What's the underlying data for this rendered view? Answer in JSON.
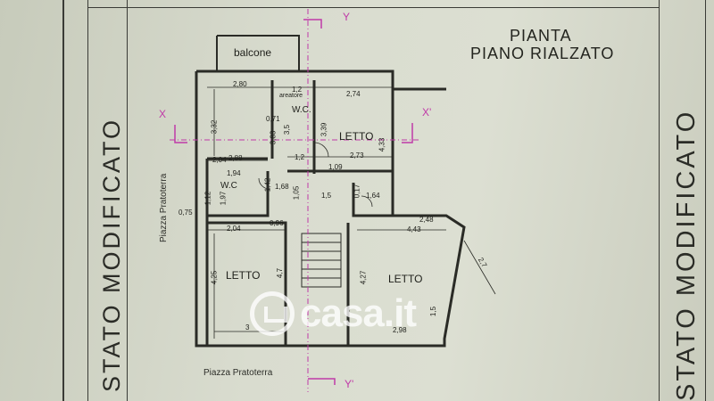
{
  "plan": {
    "title_line1": "PIANTA",
    "title_line2": "PIANO RIALZATO",
    "side_label_left": "STATO MODIFICATO",
    "side_label_right": "STATO MODIFICATO",
    "street_bottom": "Piazza Pratoterra",
    "street_left": "Piazza Pratoterra",
    "watermark": "casa.it"
  },
  "rooms": {
    "balcone": "balcone",
    "wc_top": "W.C.",
    "areatore": "areatore",
    "wc_left": "W.C",
    "letto_top": "LETTO",
    "letto_left": "LETTO",
    "letto_right": "LETTO"
  },
  "section_marks": {
    "x": "X",
    "x_prime": "X'",
    "y": "Y",
    "y_prime": "Y'"
  },
  "dimensions": {
    "d_2_80": "2,80",
    "d_1_2_top": "1,2",
    "d_2_74": "2,74",
    "d_3_32": "3,32",
    "d_0_71": "0,71",
    "d_3_83": "3,83",
    "d_3_5": "3,5",
    "d_3_39": "3,39",
    "d_4_33": "4,33",
    "d_2_04_top": "2,04",
    "d_2_88": "2,88",
    "d_1_2_mid": "1,2",
    "d_2_73": "2,73",
    "d_1_09": "1,09",
    "d_1_94": "1,94",
    "d_1_42": "1,42",
    "d_1_68": "1,68",
    "d_1_05": "1,05",
    "d_1_5": "1,5",
    "d_0_17": "0,17",
    "d_1_64": "1,64",
    "d_1_12": "1,12",
    "d_1_97": "1,97",
    "d_0_75": "0,75",
    "d_0_96": "0,96",
    "d_2_04_low": "2,04",
    "d_2_48": "2,48",
    "d_4_43": "4,43",
    "d_2_7": "2,7",
    "d_4_25": "4,25",
    "d_4_7": "4,7",
    "d_4_27": "4,27",
    "d_3": "3",
    "d_2_98": "2,98",
    "d_1_5_right": "1,5"
  },
  "colors": {
    "wall": "#2a2b26",
    "section_line": "#c03aa8",
    "paper": "#d9dccf"
  }
}
